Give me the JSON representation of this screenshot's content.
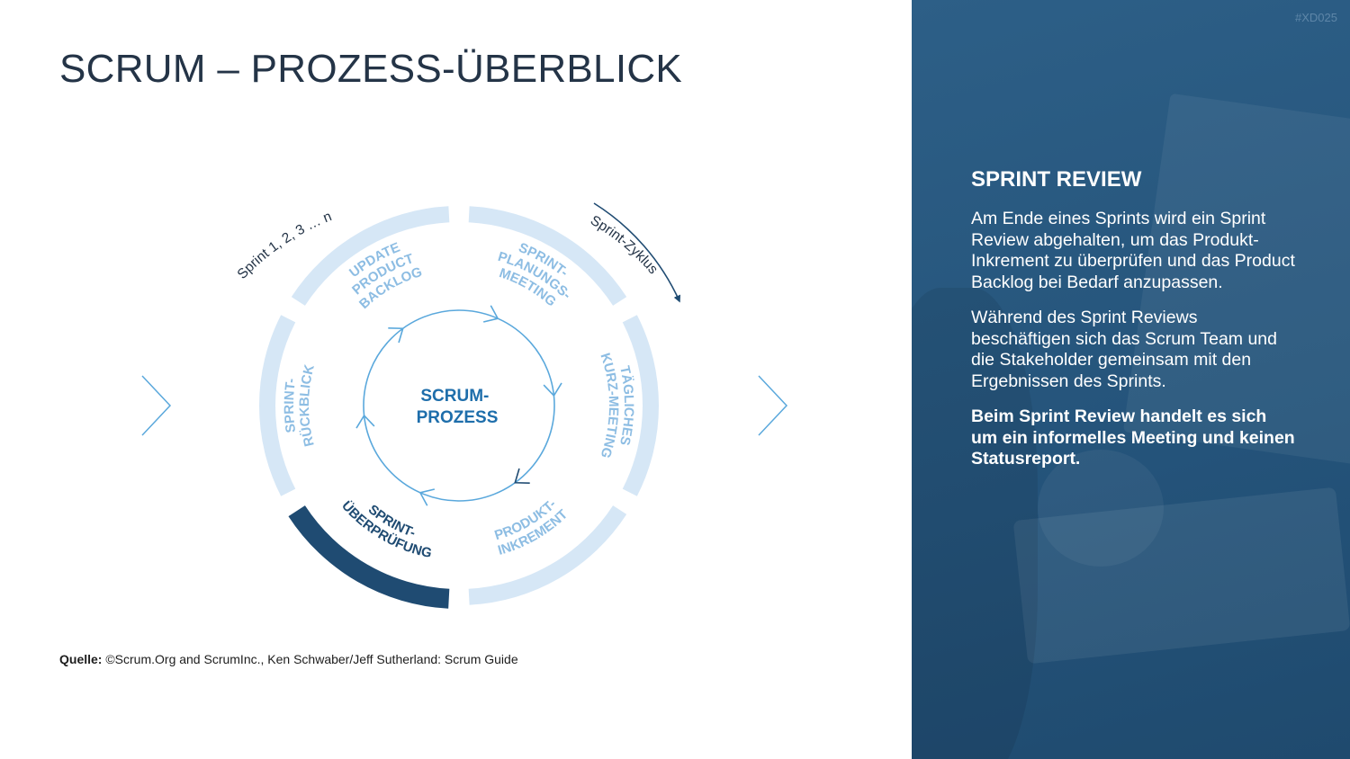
{
  "title": "SCRUM – PROZESS-ÜBERBLICK",
  "diagram": {
    "center_label": [
      "SCRUM-",
      "PROZESS"
    ],
    "sprint_label": "Sprint 1, 2, 3 … n",
    "cycle_label": "Sprint-Zyklus",
    "segments": [
      {
        "label": [
          "SPRINT-",
          "PLANUNGS-",
          "MEETING"
        ]
      },
      {
        "label": [
          "TÄGLICHES",
          "KURZ-MEETING"
        ]
      },
      {
        "label": [
          "PRODUKT-",
          "INKREMENT"
        ]
      },
      {
        "label": [
          "SPRINT-",
          "ÜBERPRÜFUNG"
        ],
        "active": true
      },
      {
        "label": [
          "SPRINT-",
          "RÜCKBLICK"
        ]
      },
      {
        "label": [
          "UPDATE",
          "PRODUCT",
          "BACKLOG"
        ]
      }
    ],
    "colors": {
      "ring": "#d6e7f6",
      "ring_active": "#1f4b72",
      "label": "#8dbde3",
      "label_active": "#1f4b72",
      "inner_circle": "#5aa8dc",
      "center_text": "#1e6eab"
    }
  },
  "source": {
    "label": "Quelle:",
    "text": " ©Scrum.Org and ScrumInc., Ken Schwaber/Jeff Sutherland: Scrum Guide"
  },
  "panel": {
    "tag": "#XD025",
    "heading": "SPRINT REVIEW",
    "paragraph1": "Am Ende eines Sprints wird ein Sprint Review abgehalten, um das Produkt-Inkrement zu überprüfen und das Product Backlog bei Bedarf anzupassen.",
    "paragraph2": "Während des Sprint Reviews beschäftigen sich das Scrum Team und die Stakeholder gemeinsam mit den Ergebnissen des Sprints.",
    "paragraph3": "Beim Sprint Review handelt es sich um ein informelles Meeting und keinen Statusreport."
  }
}
